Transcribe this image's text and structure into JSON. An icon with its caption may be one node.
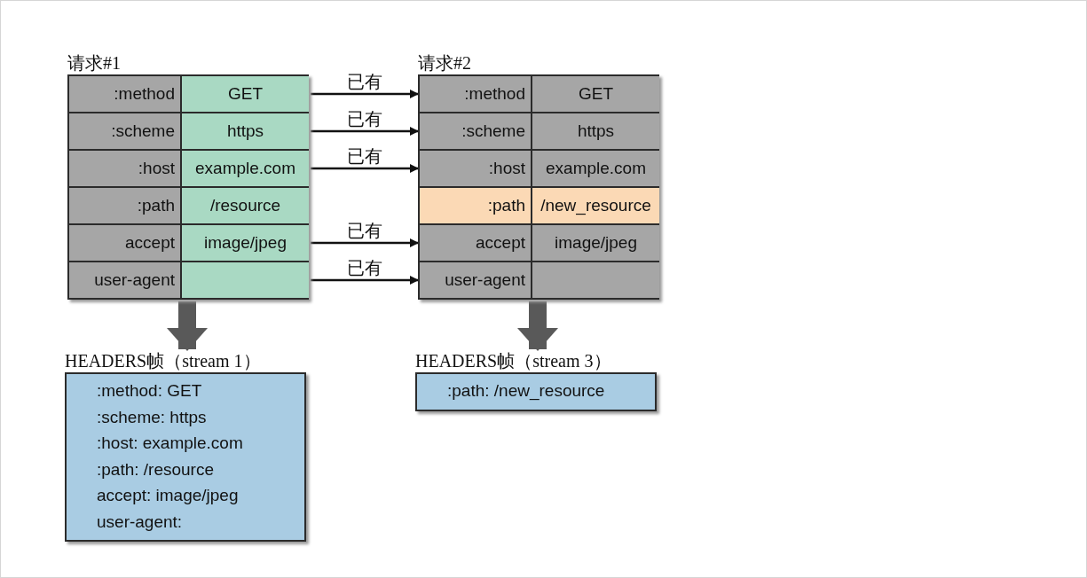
{
  "diagram": {
    "nodes": [
      {
        "text": [
          "请求#1"
        ]
      },
      {
        "text": [
          ":method"
        ],
        "in": 0
      },
      {
        "text": [
          "GET"
        ],
        "in": 0
      },
      {
        "text": [
          ":scheme"
        ],
        "in": 0
      },
      {
        "text": [
          "https"
        ],
        "in": 0
      },
      {
        "text": [
          ":host"
        ],
        "in": 0
      },
      {
        "text": [
          "example.com"
        ],
        "in": 0
      },
      {
        "text": [
          ":path"
        ],
        "in": 0
      },
      {
        "text": [
          "/resource"
        ],
        "in": 0
      },
      {
        "text": [
          "accept"
        ],
        "in": 0
      },
      {
        "text": [
          "image/jpeg"
        ],
        "in": 0
      },
      {
        "text": [
          "user-agent"
        ],
        "in": 0
      },
      {
        "text": [],
        "shape": "box",
        "in": 0
      },
      {
        "text": [
          "请求#2"
        ]
      },
      {
        "text": [
          ":method"
        ],
        "in": 13
      },
      {
        "text": [
          "GET"
        ],
        "in": 13
      },
      {
        "text": [
          ":scheme"
        ],
        "in": 13
      },
      {
        "text": [
          "https"
        ],
        "in": 13
      },
      {
        "text": [
          ":host"
        ],
        "in": 13
      },
      {
        "text": [
          "example.com"
        ],
        "in": 13
      },
      {
        "text": [
          ":path"
        ],
        "in": 13
      },
      {
        "text": [
          "/new_resource"
        ],
        "in": 13
      },
      {
        "text": [
          "accept"
        ],
        "in": 13
      },
      {
        "text": [
          "image/jpeg"
        ],
        "in": 13
      },
      {
        "text": [
          "user-agent"
        ],
        "in": 13
      },
      {
        "text": [],
        "shape": "box",
        "in": 13
      },
      {
        "text": [
          "HEADERS帧（stream 1）",
          ":method: GET",
          ":scheme: https",
          ":host: example.com",
          ":path: /resource",
          "accept: image/jpeg",
          "user-agent:"
        ]
      },
      {
        "text": [
          "HEADERS帧（stream 3）",
          ":path: /new_resource"
        ]
      }
    ],
    "edges": [
      {
        "from": 2,
        "to": 14,
        "arrow": "to",
        "label": "已有"
      },
      {
        "from": 4,
        "to": 16,
        "arrow": "to",
        "label": "已有"
      },
      {
        "from": 6,
        "to": 18,
        "arrow": "to",
        "label": "已有"
      },
      {
        "from": 10,
        "to": 22,
        "arrow": "to",
        "label": "已有"
      },
      {
        "from": 12,
        "to": 24,
        "arrow": "to",
        "label": "已有"
      },
      {
        "from": 0,
        "to": 26,
        "arrow": "to",
        "style": "thick",
        "color": "#595959"
      },
      {
        "from": 13,
        "to": 27,
        "arrow": "to",
        "style": "thick",
        "color": "#595959"
      }
    ]
  }
}
